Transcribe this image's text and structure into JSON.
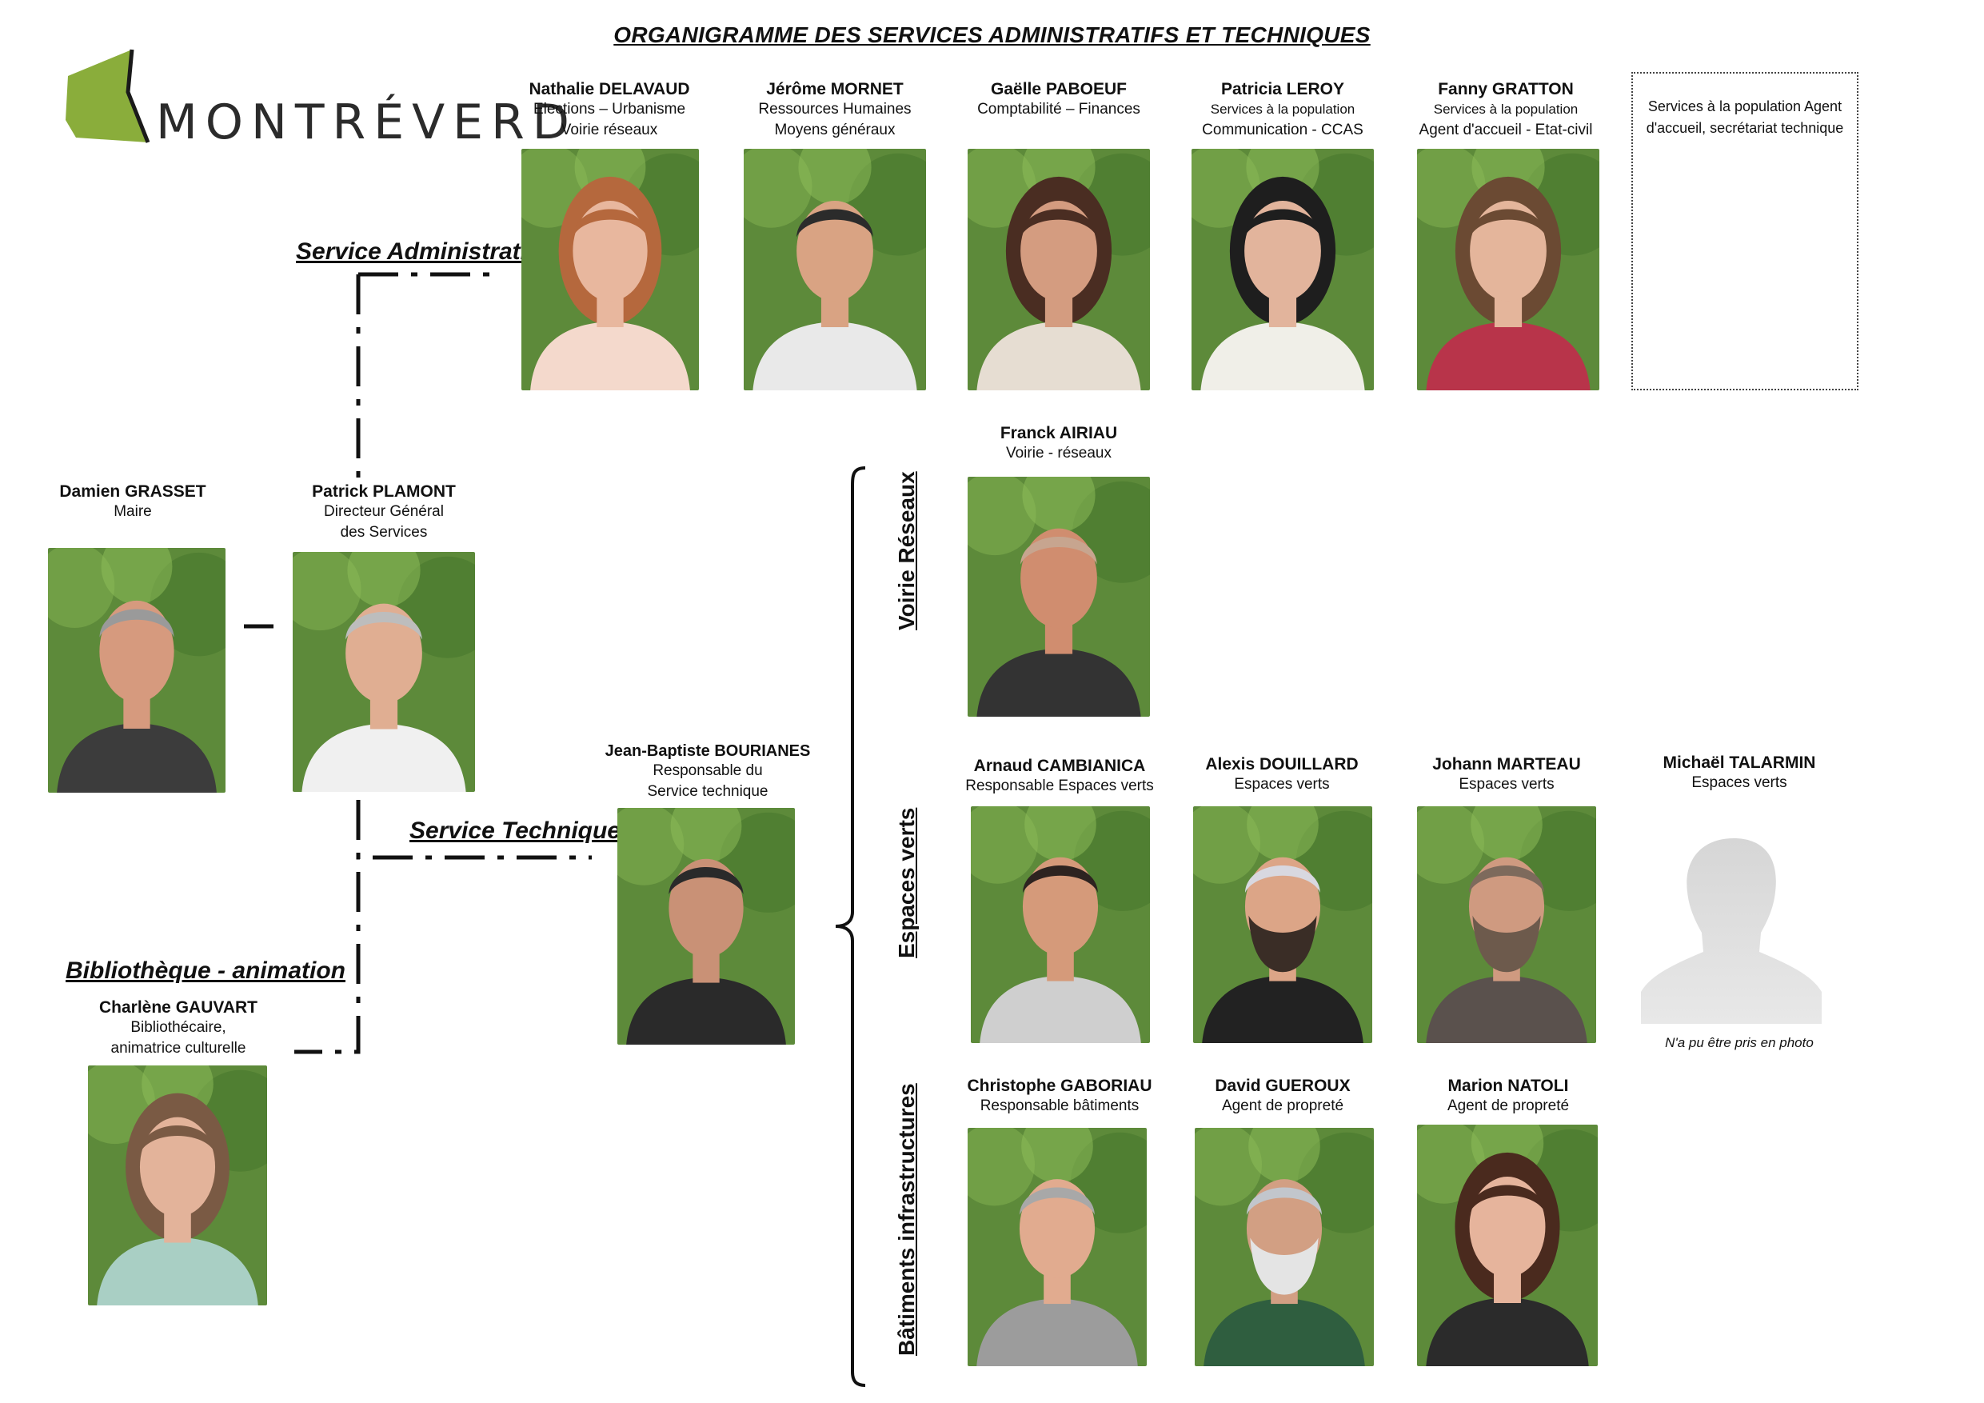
{
  "title": "ORGANIGRAMME DES SERVICES ADMINISTRATIFS ET TECHNIQUES",
  "logo": {
    "text": "MONTRÉVERD",
    "color": "#8aad3b"
  },
  "sections": {
    "administratif": "Service Administratif",
    "technique": "Service Technique",
    "bibliotheque": "Bibliothèque - animation",
    "voirie": "Voirie Réseaux",
    "espaces": "Espaces verts",
    "batiments": "Bâtiments infrastructures"
  },
  "people": {
    "delavaud": {
      "name": "Nathalie DELAVAUD",
      "role1": "Elections – Urbanisme",
      "role2": "Voirie réseaux"
    },
    "mornet": {
      "name": "Jérôme MORNET",
      "role1": "Ressources Humaines",
      "role2": "Moyens généraux"
    },
    "paboeuf": {
      "name": "Gaëlle PABOEUF",
      "role1": "Comptabilité – Finances"
    },
    "leroy": {
      "name": "Patricia LEROY",
      "role1": "Services à la population",
      "role2": "Communication - CCAS"
    },
    "gratton": {
      "name": "Fanny GRATTON",
      "role1": "Services à la population",
      "role2": "Agent d'accueil - Etat-civil"
    },
    "grasset": {
      "name": "Damien GRASSET",
      "role1": "Maire"
    },
    "plamont": {
      "name": "Patrick PLAMONT",
      "role1": "Directeur Général",
      "role2": "des Services"
    },
    "gauvart": {
      "name": "Charlène GAUVART",
      "role1": "Bibliothécaire,",
      "role2": "animatrice culturelle"
    },
    "bourianes": {
      "name": "Jean-Baptiste BOURIANES",
      "role1": "Responsable du",
      "role2": "Service technique"
    },
    "airiau": {
      "name": "Franck AIRIAU",
      "role1": "Voirie - réseaux"
    },
    "cambianica": {
      "name": "Arnaud CAMBIANICA",
      "role1": "Responsable Espaces verts"
    },
    "douillard": {
      "name": "Alexis DOUILLARD",
      "role1": "Espaces verts"
    },
    "marteau": {
      "name": "Johann MARTEAU",
      "role1": "Espaces verts"
    },
    "talarmin": {
      "name": "Michaël TALARMIN",
      "role1": "Espaces verts",
      "note": "N'a pu être pris en photo"
    },
    "gaboriau": {
      "name": "Christophe GABORIAU",
      "role1": "Responsable bâtiments"
    },
    "gueroux": {
      "name": "David GUEROUX",
      "role1": "Agent de propreté"
    },
    "natoli": {
      "name": "Marion NATOLI",
      "role1": "Agent de propreté"
    }
  },
  "placeholder": {
    "text1": "Services à la population Agent",
    "text2": "d'accueil, secrétariat technique"
  }
}
